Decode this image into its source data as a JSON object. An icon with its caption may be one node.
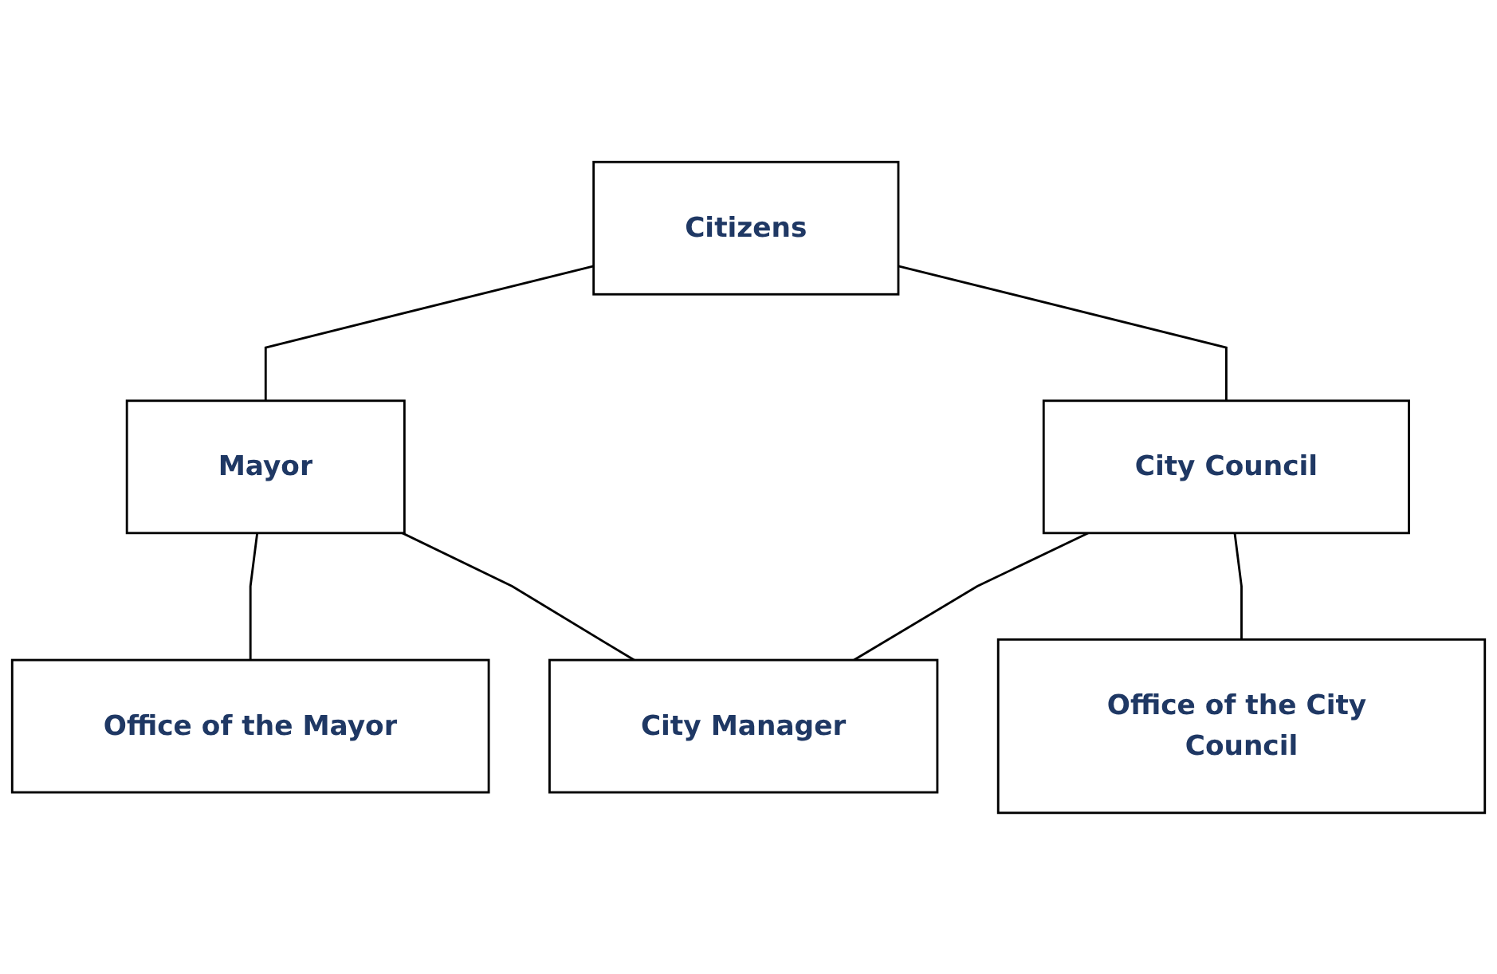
{
  "diagram": {
    "nodes": [
      {
        "text": [
          "Citizens"
        ]
      },
      {
        "text": [
          "Mayor"
        ]
      },
      {
        "text": [
          "City Council"
        ]
      },
      {
        "text": [
          "Office of the Mayor"
        ]
      },
      {
        "text": [
          "City Manager"
        ]
      },
      {
        "text": [
          "Office of the City Council"
        ]
      }
    ],
    "edges": [
      {
        "from": 0,
        "to": 1,
        "arrow": "none"
      },
      {
        "from": 0,
        "to": 2,
        "arrow": "none"
      },
      {
        "from": 1,
        "to": 3,
        "arrow": "none"
      },
      {
        "from": 1,
        "to": 4,
        "arrow": "none"
      },
      {
        "from": 2,
        "to": 4,
        "arrow": "none"
      },
      {
        "from": 2,
        "to": 5,
        "arrow": "none"
      }
    ]
  }
}
